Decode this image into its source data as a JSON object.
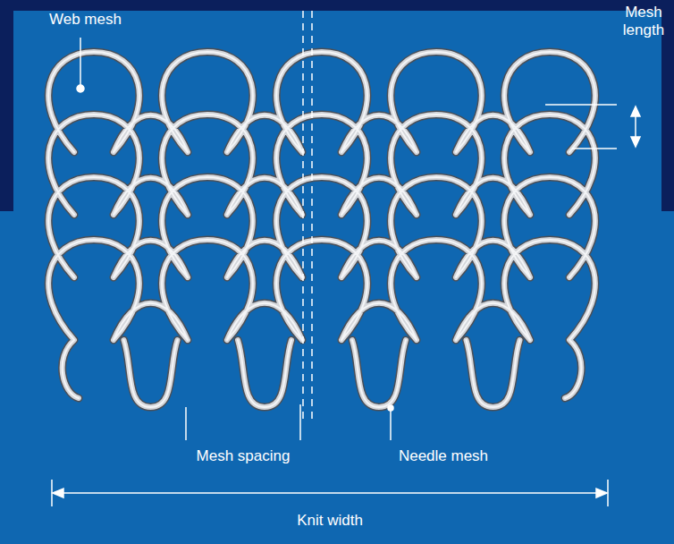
{
  "diagram": {
    "labels": [
      "Web mesh",
      "Mesh length",
      "Mesh spacing",
      "Needle mesh",
      "Knit width"
    ]
  }
}
